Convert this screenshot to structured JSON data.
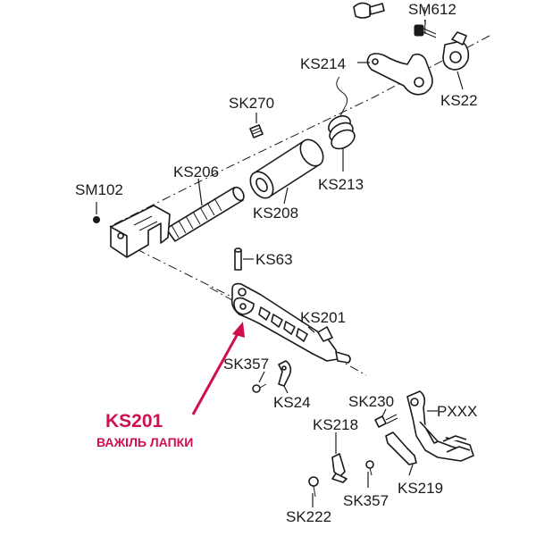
{
  "labels": {
    "SM612": "SM612",
    "KS214": "KS214",
    "KS22": "KS22",
    "SK270": "SK270",
    "KS213": "KS213",
    "KS208": "KS208",
    "KS206": "KS206",
    "SM102": "SM102",
    "KS63": "KS63",
    "KS201": "KS201",
    "SK357_a": "SK357",
    "KS24": "KS24",
    "SK230": "SK230",
    "PXXX": "PXXX",
    "KS218": "KS218",
    "SK357_b": "SK357",
    "KS219": "KS219",
    "SK222": "SK222"
  },
  "highlight": {
    "part_code": "KS201",
    "part_name": "ВАЖІЛЬ ЛАПКИ",
    "color": "#d0104c"
  },
  "colors": {
    "ink": "#1a1a1a",
    "background": "#ffffff"
  }
}
